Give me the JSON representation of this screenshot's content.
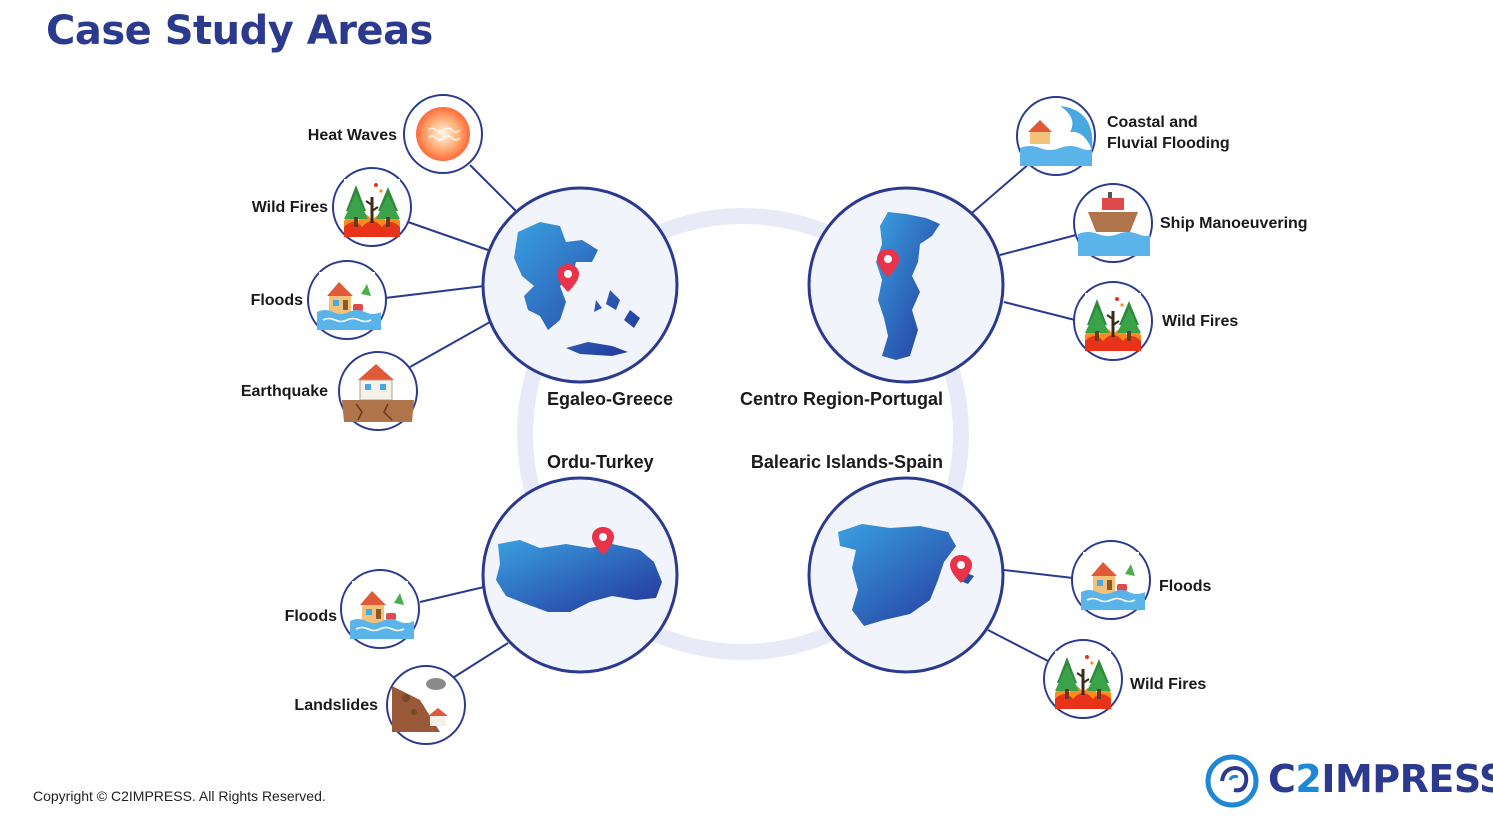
{
  "title": "Case Study Areas",
  "regions": [
    {
      "name": "Egaleo-Greece",
      "hazards": [
        "Heat Waves",
        "Wild Fires",
        "Floods",
        "Earthquake"
      ]
    },
    {
      "name": "Centro Region-Portugal",
      "hazards": [
        "Coastal and",
        "Fluvial Flooding",
        "Ship Manoeuvering",
        "Wild Fires"
      ]
    },
    {
      "name": "Ordu-Turkey",
      "hazards": [
        "Floods",
        "Landslides"
      ]
    },
    {
      "name": "Balearic Islands-Spain",
      "hazards": [
        "Floods",
        "Wild Fires"
      ]
    }
  ],
  "footer": {
    "copyright": "Copyright © C2IMPRESS. All Rights Reserved.",
    "brand_prefix": "C",
    "brand_two": "2",
    "brand_suffix": "IMPRESS"
  },
  "colors": {
    "accent": "#2b3a8f",
    "ring": "#e8ebf7",
    "pin": "#e8334a"
  }
}
